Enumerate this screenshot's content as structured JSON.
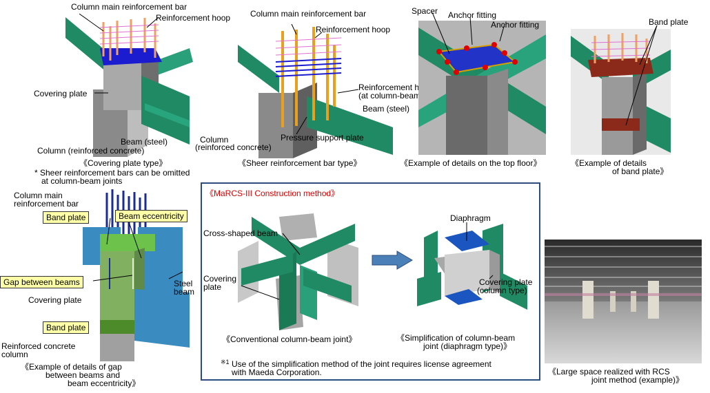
{
  "top": {
    "covering": {
      "labels": {
        "column_main_bar": "Column main reinforcement bar",
        "reinforcement_hoop": "Reinforcement hoop",
        "covering_plate": "Covering plate",
        "beam_steel": "Beam (steel)",
        "column_rc": "Column (reinforced concrete)"
      },
      "caption": "《Covering plate type》"
    },
    "sheer": {
      "labels": {
        "column_main_bar": "Column main reinforcement bar",
        "reinforcement_hoop": "Reinforcement hoop",
        "hoop_joint_1": "Reinforcement hoop",
        "hoop_joint_2": "(at column-beam joint)",
        "beam_steel": "Beam (steel)",
        "column": "Column",
        "column_rc": "(reinforced concrete)",
        "pressure_plate": "Pressure support plate"
      },
      "caption": "《Sheer reinforcement bar type》",
      "note_1": "* Sheer reinforcement bars can be omitted",
      "note_2": "at column-beam joints"
    },
    "topfloor": {
      "labels": {
        "spacer": "Spacer",
        "anchor_1": "Anchor fitting",
        "anchor_2": "Anchor fitting"
      },
      "caption": "《Example of details on the top floor》"
    },
    "band": {
      "labels": {
        "band_plate": "Band plate"
      },
      "caption_1": "《Example of details",
      "caption_2": "of band plate》"
    }
  },
  "gap": {
    "labels": {
      "column_main_1": "Column main",
      "column_main_2": "reinforcement bar",
      "band_plate_top": "Band plate",
      "beam_eccentricity": "Beam eccentricity",
      "gap_between_beams": "Gap between beams",
      "steel": "Steel",
      "beam": "beam",
      "covering_plate": "Covering plate",
      "band_plate_bottom": "Band plate",
      "rc_1": "Reinforced concrete",
      "rc_2": "column"
    },
    "caption_1": "《Example of details of gap",
    "caption_2": "between beams and",
    "caption_3": "beam eccentricity》"
  },
  "marcs": {
    "title": "《MaRCS-III Construction method》",
    "labels": {
      "cross_beam": "Cross-shaped beam",
      "covering_1": "Covering",
      "covering_2": "plate",
      "diaphragm": "Diaphragm",
      "covering_col_1": "Covering plate",
      "covering_col_2": "(column type)"
    },
    "caption_conv": "《Conventional column-beam joint》",
    "caption_simp_1": "《Simplification of column-beam",
    "caption_simp_2": "joint (diaphragm type)》",
    "footnote_mark": "※1",
    "footnote_1": "Use of the simplification method of the joint requires license agreement",
    "footnote_2": "with Maeda Corporation."
  },
  "photo": {
    "caption_1": "《Large space realized with RCS",
    "caption_2": "joint method (example)》"
  },
  "colors": {
    "beam_green": "#1f8a63",
    "concrete_gray": "#8c8c8c",
    "steel_blue": "#3a8cc0",
    "rebar_blue": "#1a2a9a",
    "hoop_pink": "#e070d0",
    "band_brown": "#8b2a1a",
    "panel_border": "#2b4d7e",
    "title_red": "#d40000",
    "label_box": "#ffffa8"
  }
}
